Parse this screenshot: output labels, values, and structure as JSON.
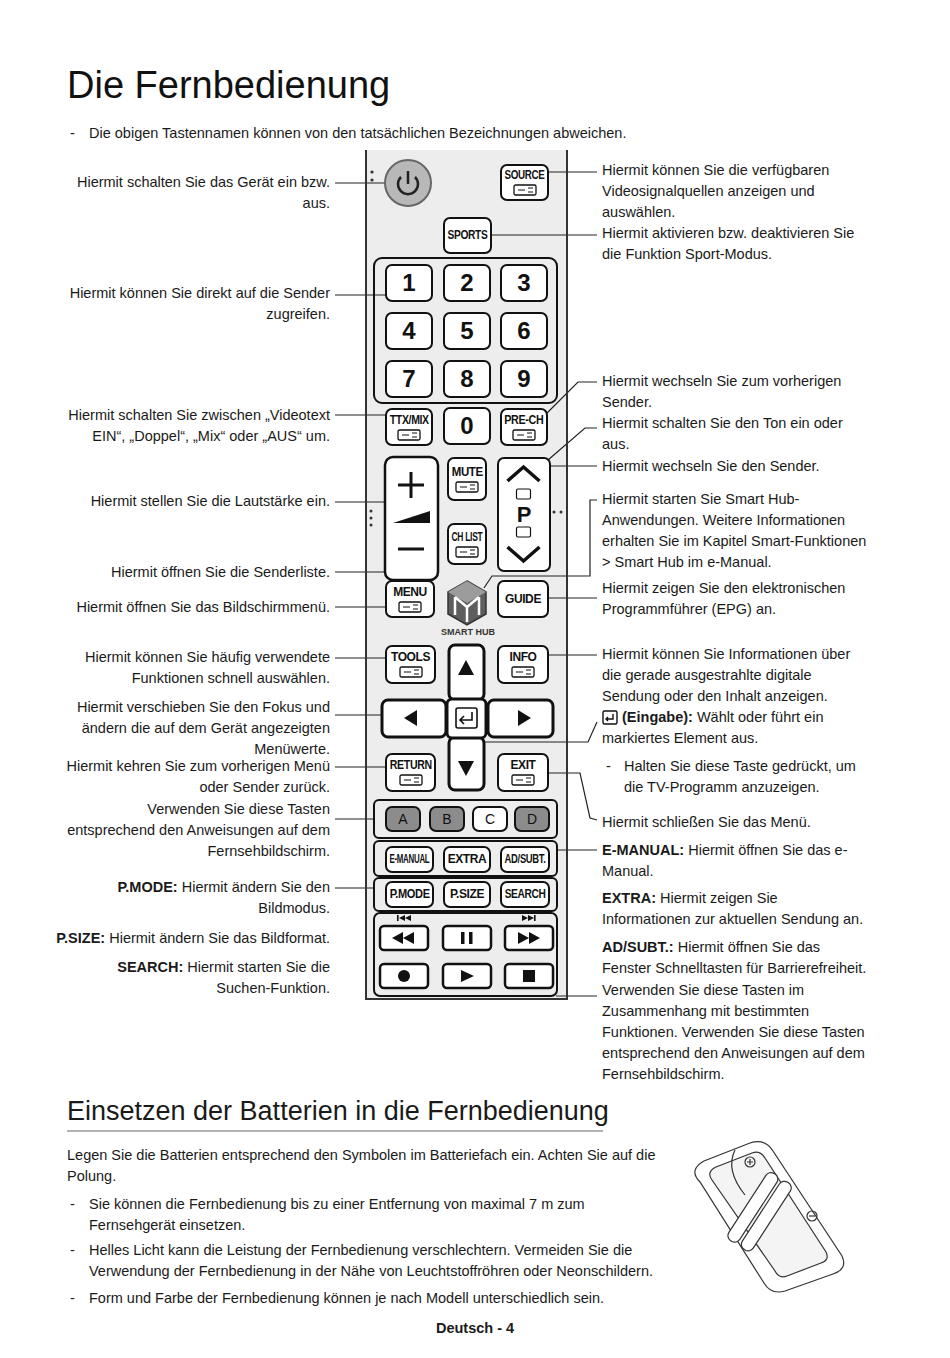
{
  "diagram": {
    "title": "Die Fernbedienung",
    "nodes": [
      {
        "text": [
          "SMART HUB"
        ]
      },
      {
        "text": [
          "SOURCE"
        ],
        "in": 0
      },
      {
        "text": [
          "SPORTS"
        ],
        "in": 0
      },
      {
        "text": [
          "1"
        ],
        "in": 0
      },
      {
        "text": [
          "2"
        ],
        "in": 0
      },
      {
        "text": [
          "3"
        ],
        "in": 0
      },
      {
        "text": [
          "4"
        ],
        "in": 0
      },
      {
        "text": [
          "5"
        ],
        "in": 0
      },
      {
        "text": [
          "6"
        ],
        "in": 0
      },
      {
        "text": [
          "7"
        ],
        "in": 0
      },
      {
        "text": [
          "8"
        ],
        "in": 0
      },
      {
        "text": [
          "9"
        ],
        "in": 0
      },
      {
        "text": [
          "TTX/MIX"
        ],
        "in": 0
      },
      {
        "text": [
          "0"
        ],
        "in": 0
      },
      {
        "text": [
          "PRE-CH"
        ],
        "in": 0
      },
      {
        "text": [
          "MUTE"
        ],
        "in": 0
      },
      {
        "text": [
          "P"
        ],
        "in": 0
      },
      {
        "text": [
          "CH LIST"
        ],
        "in": 0
      },
      {
        "text": [
          "MENU"
        ],
        "in": 0
      },
      {
        "text": [
          "GUIDE"
        ],
        "in": 0
      },
      {
        "text": [
          "TOOLS"
        ],
        "in": 0
      },
      {
        "text": [
          "INFO"
        ],
        "in": 0
      },
      {
        "text": [
          "RETURN"
        ],
        "in": 0
      },
      {
        "text": [
          "EXIT"
        ],
        "in": 0
      },
      {
        "text": [
          "A"
        ],
        "in": 0
      },
      {
        "text": [
          "B"
        ],
        "in": 0
      },
      {
        "text": [
          "C"
        ],
        "in": 0
      },
      {
        "text": [
          "D"
        ],
        "in": 0
      },
      {
        "text": [
          "E-MANUAL"
        ],
        "in": 0
      },
      {
        "text": [
          "EXTRA"
        ],
        "in": 0
      },
      {
        "text": [
          "AD/SUBT."
        ],
        "in": 0
      },
      {
        "text": [
          "P.MODE"
        ],
        "in": 0
      },
      {
        "text": [
          "P.SIZE"
        ],
        "in": 0
      },
      {
        "text": [
          "SEARCH"
        ],
        "in": 0
      }
    ],
    "labels": [
      "-",
      "Die obigen Tastennamen können von den tatsächlichen Bezeichnungen abweichen.",
      "Hiermit schalten Sie das Gerät ein bzw. aus.",
      "Hiermit können Sie die verfügbaren Videosignalquellen anzeigen und auswählen.",
      "Hiermit aktivieren bzw. deaktivieren Sie die Funktion Sport-Modus.",
      "Hiermit können Sie direkt auf die Sender zugreifen.",
      "Hiermit wechseln Sie zum vorherigen Sender.",
      "Hiermit schalten Sie zwischen „Videotext EIN“, „Doppel“, „Mix“ oder „AUS“ um.",
      "Hiermit schalten Sie den Ton ein oder aus.",
      "Hiermit wechseln Sie den Sender.",
      "Hiermit stellen Sie die Lautstärke ein.",
      "Hiermit starten Sie Smart Hub-Anwendungen. Weitere Informationen erhalten Sie im Kapitel Smart-Funktionen > Smart Hub im e-Manual.",
      "Hiermit öffnen Sie die Senderliste.",
      "Hiermit öffnen Sie das Bildschirmmenü.",
      "Hiermit zeigen Sie den elektronischen Programmführer (EPG) an.",
      "Hiermit können Sie häufig verwendete Funktionen schnell auswählen.",
      "Hiermit können Sie Informationen über die gerade ausgestrahlte digitale Sendung oder den Inhalt anzeigen.",
      "Hiermit verschieben Sie den Fokus und ändern die auf dem Gerät angezeigten Menüwerte.",
      "(Eingabe): Wählt oder führt ein markiertes Element aus.",
      "Hiermit kehren Sie zum vorherigen Menü oder Sender zurück.",
      "-",
      "Halten Sie diese Taste gedrückt, um die TV-Programm anzuzeigen.",
      "Verwenden Sie diese Tasten entsprechend den Anweisungen auf dem Fernsehbildschirm.",
      "Hiermit schließen Sie das Menü.",
      "E-MANUAL: Hiermit öffnen Sie das e-Manual.",
      "P.MODE: Hiermit ändern Sie den Bildmodus.",
      "EXTRA: Hiermit zeigen Sie Informationen zur aktuellen Sendung an.",
      "P.SIZE: Hiermit ändern Sie das Bildformat.",
      "AD/SUBT.: Hiermit öffnen Sie das Fenster Schnelltasten für Barrierefreiheit.",
      "SEARCH: Hiermit starten Sie die Suchen-Funktion.",
      "Verwenden Sie diese Tasten im Zusammenhang mit bestimmten Funktionen. Verwenden Sie diese Tasten entsprechend den Anweisungen auf dem Fernsehbildschirm.",
      "Einsetzen der Batterien in die Fernbedienung",
      "Legen Sie die Batterien entsprechend den Symbolen im Batteriefach ein. Achten Sie auf die Polung.",
      "-",
      "Sie können die Fernbedienung bis zu einer Entfernung von maximal 7 m zum Fernsehgerät einsetzen.",
      "-",
      "Helles Licht kann die Leistung der Fernbedienung verschlechtern. Vermeiden Sie die Verwendung der Fernbedienung in der Nähe von Leuchtstoffröhren oder Neonschildern.",
      "-",
      "Form und Farbe der Fernbedienung können je nach Modell unterschiedlich sein.",
      "Deutsch - 4"
    ]
  }
}
